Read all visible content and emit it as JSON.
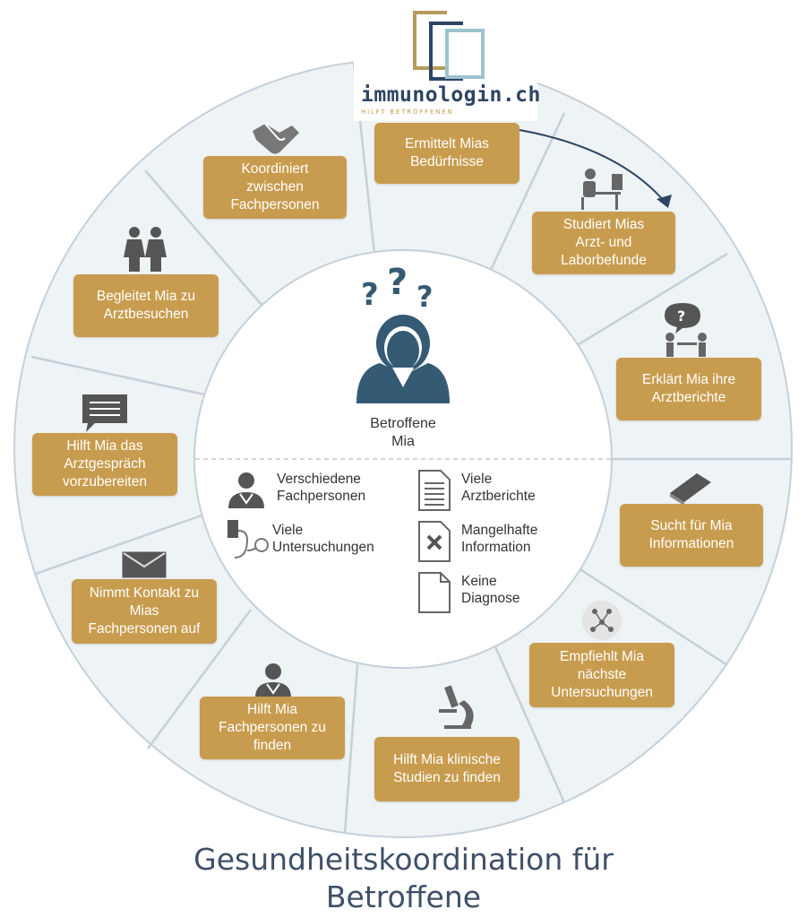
{
  "logo": {
    "text": "immunologin.ch",
    "tagline": "HILFT BETROFFENEN"
  },
  "center": {
    "label": "Betroffene\nMia"
  },
  "problems": [
    {
      "label": "Verschiedene\nFachpersonen",
      "icon": "doctor-icon"
    },
    {
      "label": "Viele\nUntersuchungen",
      "icon": "blood-pressure-icon"
    },
    {
      "label": "Viele\nArztberichte",
      "icon": "document-lines-icon"
    },
    {
      "label": "Mangelhafte\nInformation",
      "icon": "document-x-icon"
    },
    {
      "label": "Keine\nDiagnose",
      "icon": "blank-document-icon"
    }
  ],
  "services": [
    {
      "label": "Ermittelt Mias\nBedürfnisse",
      "icon": "logo-mark"
    },
    {
      "label": "Studiert Mias\nArzt- und\nLaborbefunde",
      "icon": "person-at-computer-icon"
    },
    {
      "label": "Erklärt Mia ihre\nArztberichte",
      "icon": "consultation-icon"
    },
    {
      "label": "Sucht für Mia\nInformationen",
      "icon": "book-icon"
    },
    {
      "label": "Empfiehlt Mia\nnächste\nUntersuchungen",
      "icon": "network-icon"
    },
    {
      "label": "Hilft Mia klinische\nStudien zu finden",
      "icon": "microscope-icon"
    },
    {
      "label": "Hilft Mia\nFachpersonen zu\nfinden",
      "icon": "doctor-icon"
    },
    {
      "label": "Nimmt Kontakt zu\nMias\nFachpersonen auf",
      "icon": "envelope-icon"
    },
    {
      "label": "Hilft Mia das\nArztgespräch\nvorzubereiten",
      "icon": "speech-bubble-icon"
    },
    {
      "label": "Begleitet Mia zu\nArztbesuchen",
      "icon": "two-women-icon"
    },
    {
      "label": "Koordiniert\nzwischen\nFachpersonen",
      "icon": "handshake-icon"
    }
  ],
  "title": "Gesundheitskoordination für\nBetroffene",
  "colors": {
    "box": "#c89c4e",
    "ring": "#eef3f6",
    "ring_line": "#c5d0d9",
    "person": "#355a73",
    "title": "#3f5068",
    "icon": "#555555"
  }
}
